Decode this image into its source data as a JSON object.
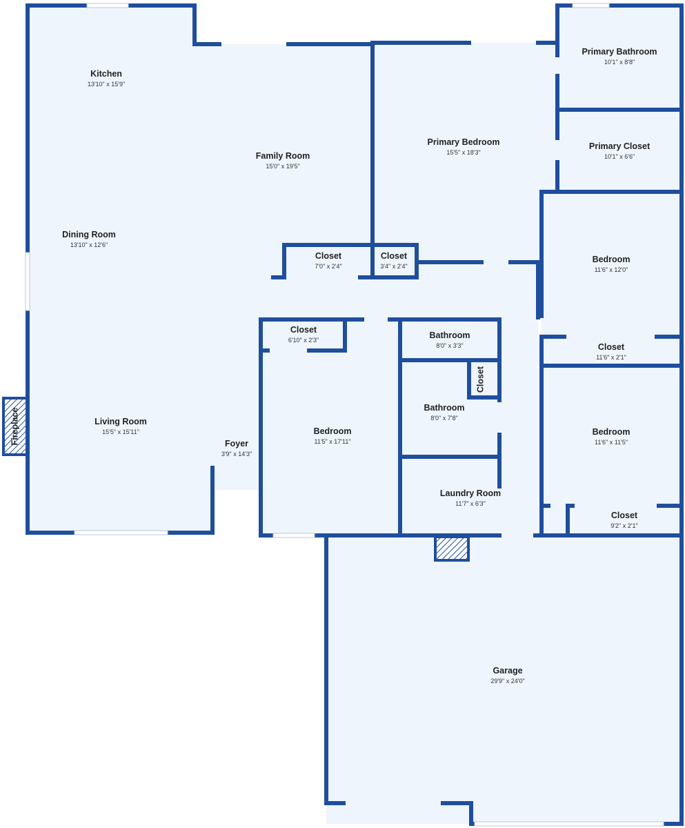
{
  "colors": {
    "floor": "#eef5fc",
    "wall": "#1f4e9c",
    "text": "#222222"
  },
  "rooms": {
    "kitchen": {
      "name": "Kitchen",
      "dims": "13'10\" x 15'9\""
    },
    "family_room": {
      "name": "Family Room",
      "dims": "15'0\" x 19'5\""
    },
    "dining_room": {
      "name": "Dining Room",
      "dims": "13'10\" x 12'6\""
    },
    "living_room": {
      "name": "Living Room",
      "dims": "15'5\" x 15'11\""
    },
    "fireplace": {
      "name": "Fireplace"
    },
    "foyer": {
      "name": "Foyer",
      "dims": "3'9\" x 14'3\""
    },
    "primary_bedroom": {
      "name": "Primary Bedroom",
      "dims": "15'5\" x 18'3\""
    },
    "primary_bathroom": {
      "name": "Primary Bathroom",
      "dims": "10'1\" x 8'8\""
    },
    "primary_closet": {
      "name": "Primary Closet",
      "dims": "10'1\" x 6'6\""
    },
    "closet_hall_1": {
      "name": "Closet",
      "dims": "7'0\" x 2'4\""
    },
    "closet_hall_2": {
      "name": "Closet",
      "dims": "3'4\" x 2'4\""
    },
    "bedroom_ne": {
      "name": "Bedroom",
      "dims": "11'6\" x 12'0\""
    },
    "closet_ne": {
      "name": "Closet",
      "dims": "11'6\" x 2'1\""
    },
    "bedroom_se": {
      "name": "Bedroom",
      "dims": "11'6\" x 11'5\""
    },
    "closet_se": {
      "name": "Closet",
      "dims": "9'2\" x 2'1\""
    },
    "closet_bedroom_center": {
      "name": "Closet",
      "dims": "6'10\" x 2'3\""
    },
    "bedroom_center": {
      "name": "Bedroom",
      "dims": "11'5\" x 17'11\""
    },
    "bathroom_small": {
      "name": "Bathroom",
      "dims": "8'0\" x 3'3\""
    },
    "bathroom_large": {
      "name": "Bathroom",
      "dims": "8'0\" x 7'8\""
    },
    "closet_bath": {
      "name": "Closet"
    },
    "laundry_room": {
      "name": "Laundry Room",
      "dims": "11'7\" x 6'3\""
    },
    "garage": {
      "name": "Garage",
      "dims": "29'9\" x 24'0\""
    }
  }
}
